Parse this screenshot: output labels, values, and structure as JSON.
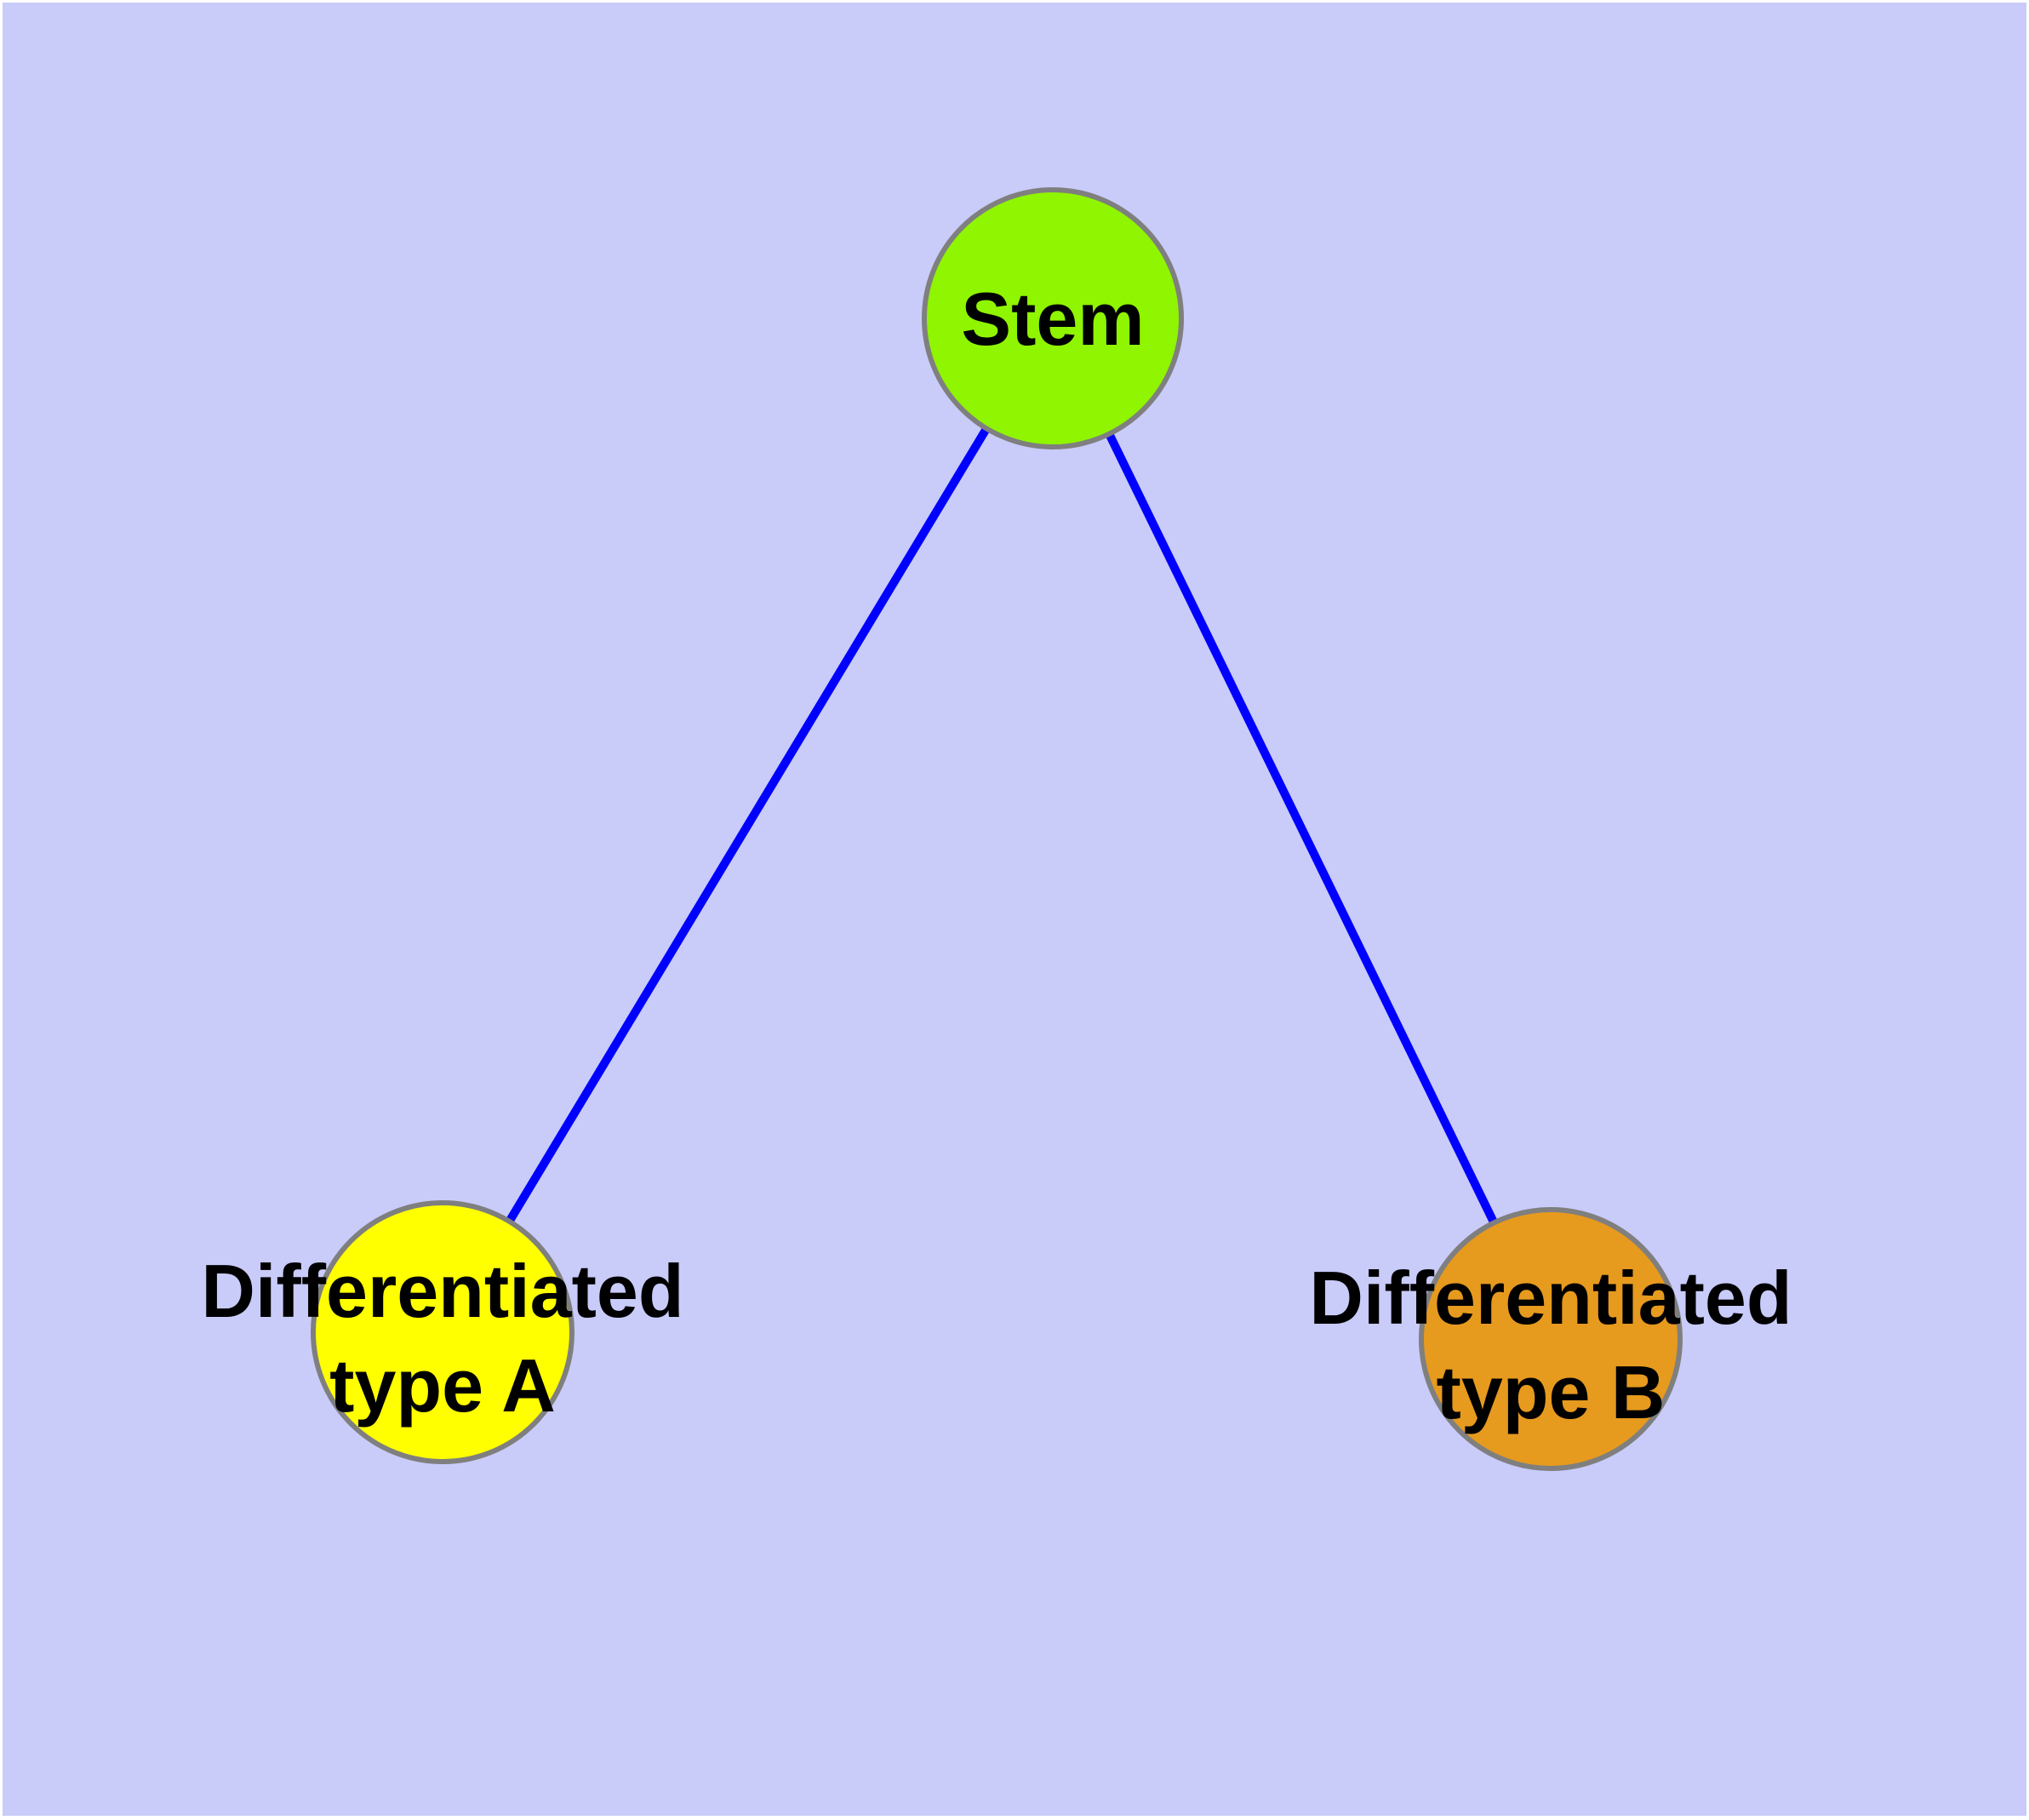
{
  "diagram": {
    "type": "node-link-graph",
    "description": "Cell differentiation hierarchy: a stem node with two differentiated child types",
    "colors": {
      "panel_background": "#c9cbf9",
      "page_margin": "#ffffff",
      "edge": "#0000ff",
      "node_border": "#7f7f7f",
      "label_text": "#000000"
    },
    "nodes": [
      {
        "id": "stem",
        "label": "Stem",
        "fill": "#8ff500"
      },
      {
        "id": "differentiated-type-a",
        "label_line1": "Differentiated",
        "label_line2": "type A",
        "fill": "#ffff00"
      },
      {
        "id": "differentiated-type-b",
        "label_line1": "Differentiated",
        "label_line2": "type B",
        "fill": "#e69a1e"
      }
    ],
    "edges": [
      {
        "from": "stem",
        "to": "differentiated-type-a"
      },
      {
        "from": "stem",
        "to": "differentiated-type-b"
      }
    ]
  }
}
